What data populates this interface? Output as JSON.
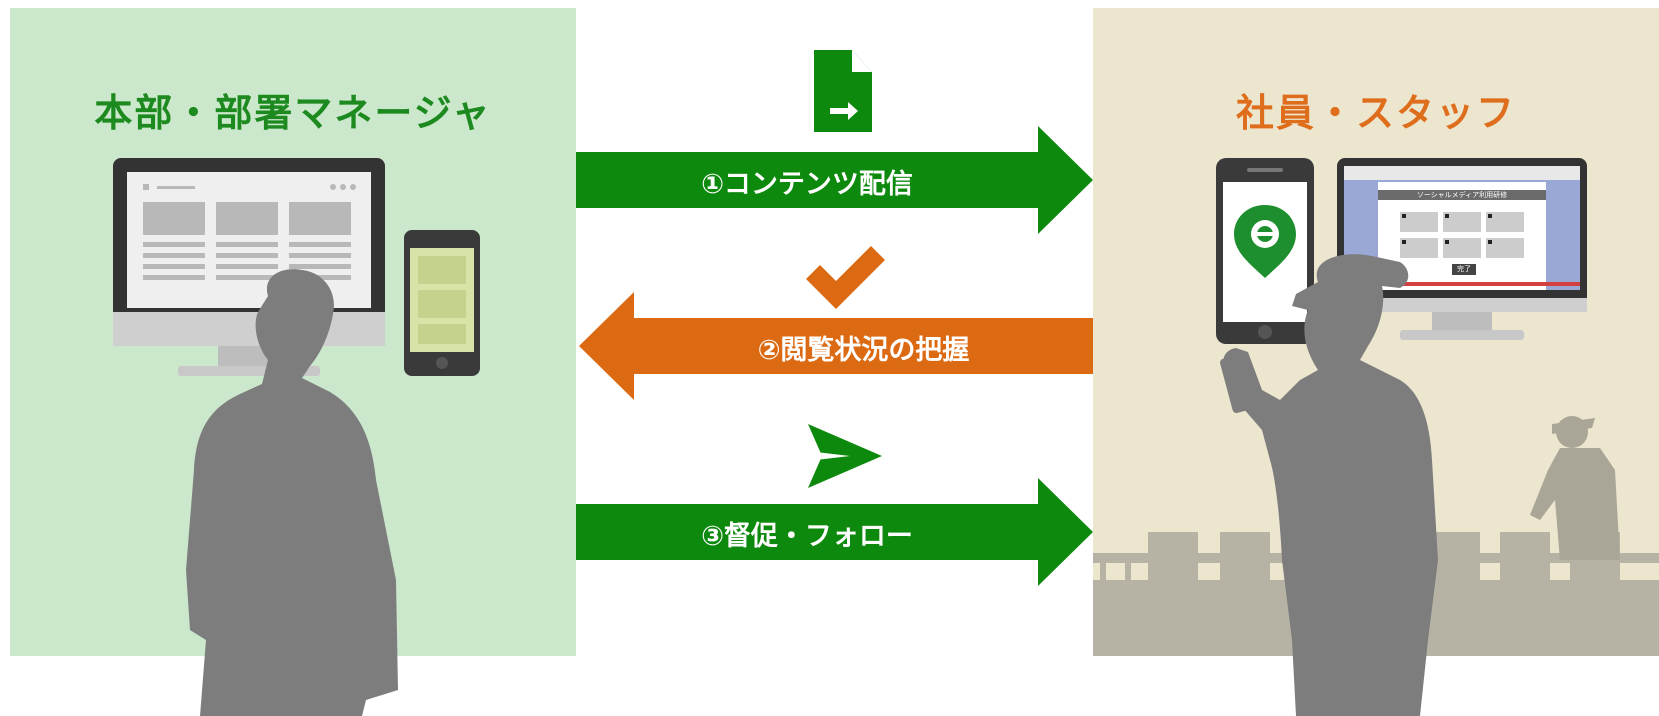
{
  "left_panel": {
    "title": "本部・部署マネージャ"
  },
  "right_panel": {
    "title": "社員・スタッフ",
    "screen_header": "ソーシャルメディア利用研修",
    "screen_button": "完了"
  },
  "flows": [
    {
      "label": "①コンテンツ配信",
      "direction": "right",
      "color": "#0d8a0d",
      "icon": "file-send-icon"
    },
    {
      "label": "②閲覧状況の把握",
      "direction": "left",
      "color": "#dc6a12",
      "icon": "checkmark-icon"
    },
    {
      "label": "③督促・フォロー",
      "direction": "right",
      "color": "#0d8a0d",
      "icon": "paper-plane-icon"
    }
  ],
  "colors": {
    "green": "#0d8a0d",
    "orange": "#dc6a12",
    "left_bg": "#cbe7cc",
    "right_bg": "#ede6cf",
    "silhouette": "#7d7d7d"
  }
}
